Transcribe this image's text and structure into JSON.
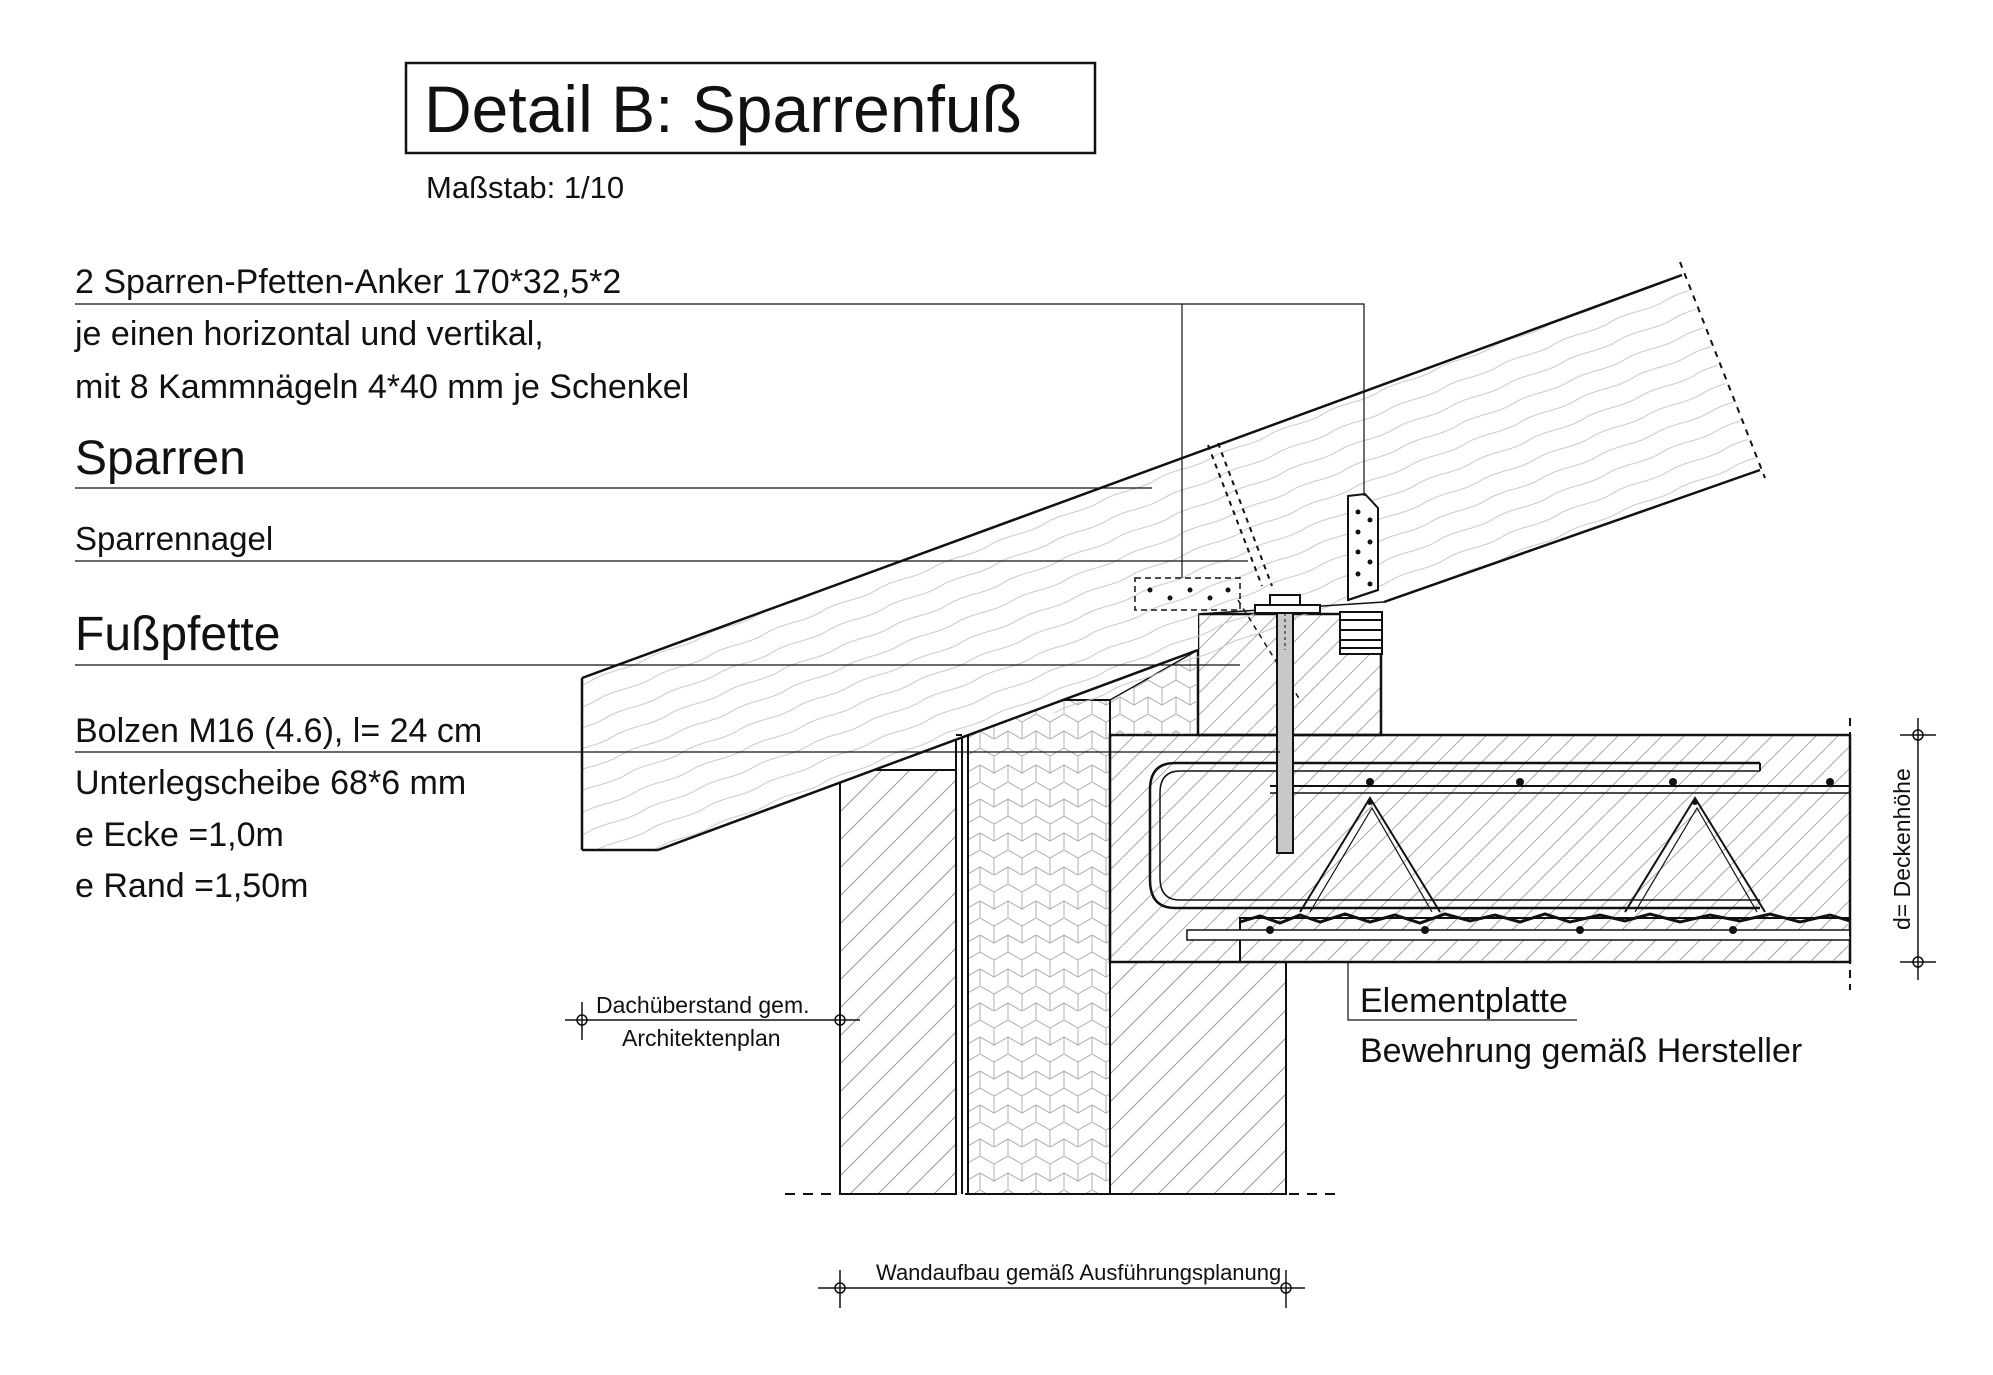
{
  "title": "Detail B: Sparrenfuß",
  "scale": "Maßstab: 1/10",
  "anchor_note": [
    "2 Sparren-Pfetten-Anker 170*32,5*2",
    "je einen horizontal und vertikal,",
    "mit 8 Kammnägeln 4*40 mm je Schenkel"
  ],
  "labels": {
    "sparren": "Sparren",
    "sparrennagel": "Sparrennagel",
    "fusspfette": "Fußpfette"
  },
  "bolt_note": [
    "Bolzen M16 (4.6), l= 24 cm",
    "Unterlegscheibe 68*6 mm",
    "e Ecke =1,0m",
    "e Rand =1,50m"
  ],
  "dims": {
    "overhang": [
      "Dachüberstand gem.",
      "Architektenplan"
    ],
    "wall": "Wandaufbau gemäß Ausführungsplanung",
    "slab": "d= Deckenhöhe"
  },
  "slab_note": {
    "element": "Elementplatte",
    "reinforcement": "Bewehrung gemäß Hersteller"
  }
}
